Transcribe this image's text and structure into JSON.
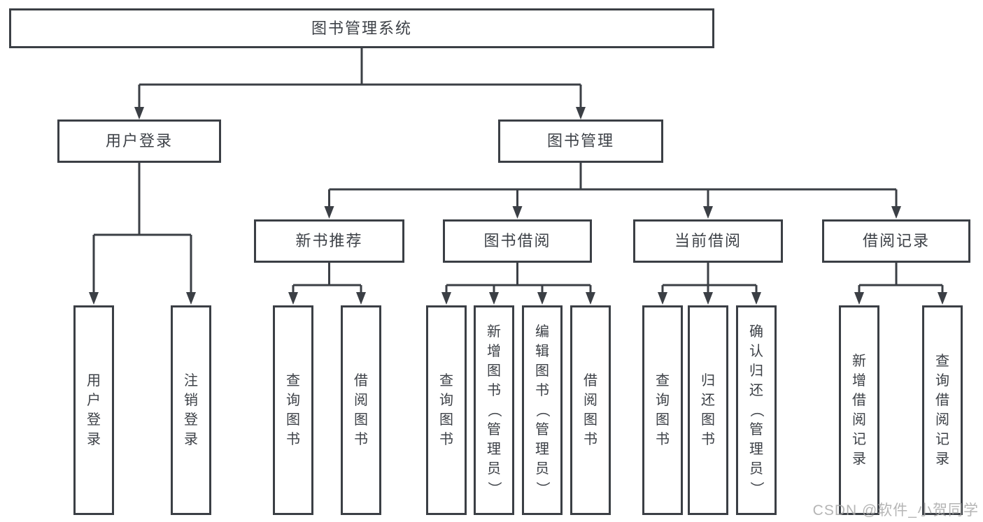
{
  "diagram": {
    "root": {
      "label": "图书管理系统"
    },
    "level2": [
      {
        "label": "用户登录"
      },
      {
        "label": "图书管理"
      }
    ],
    "level3": [
      {
        "label": "新书推荐",
        "parent": "图书管理"
      },
      {
        "label": "图书借阅",
        "parent": "图书管理"
      },
      {
        "label": "当前借阅",
        "parent": "图书管理"
      },
      {
        "label": "借阅记录",
        "parent": "图书管理"
      }
    ],
    "leaves": [
      {
        "label": "用户登录",
        "parent": "用户登录"
      },
      {
        "label": "注销登录",
        "parent": "用户登录"
      },
      {
        "label": "查询图书",
        "parent": "新书推荐"
      },
      {
        "label": "借阅图书",
        "parent": "新书推荐"
      },
      {
        "label": "查询图书",
        "parent": "图书借阅"
      },
      {
        "label": "新增图书（管理员）",
        "parent": "图书借阅"
      },
      {
        "label": "编辑图书（管理员）",
        "parent": "图书借阅"
      },
      {
        "label": "借阅图书",
        "parent": "图书借阅"
      },
      {
        "label": "查询图书",
        "parent": "当前借阅"
      },
      {
        "label": "归还图书",
        "parent": "当前借阅"
      },
      {
        "label": "确认归还（管理员）",
        "parent": "当前借阅"
      },
      {
        "label": "新增借阅记录",
        "parent": "借阅记录"
      },
      {
        "label": "查询借阅记录",
        "parent": "借阅记录"
      }
    ]
  },
  "watermark": {
    "text": "CSDN @软件_小贺同学"
  },
  "colors": {
    "line": "#3b3f45",
    "box_border": "#3b3f45",
    "text": "#3d4147",
    "background": "#ffffff",
    "watermark": "#a8a8a8"
  }
}
